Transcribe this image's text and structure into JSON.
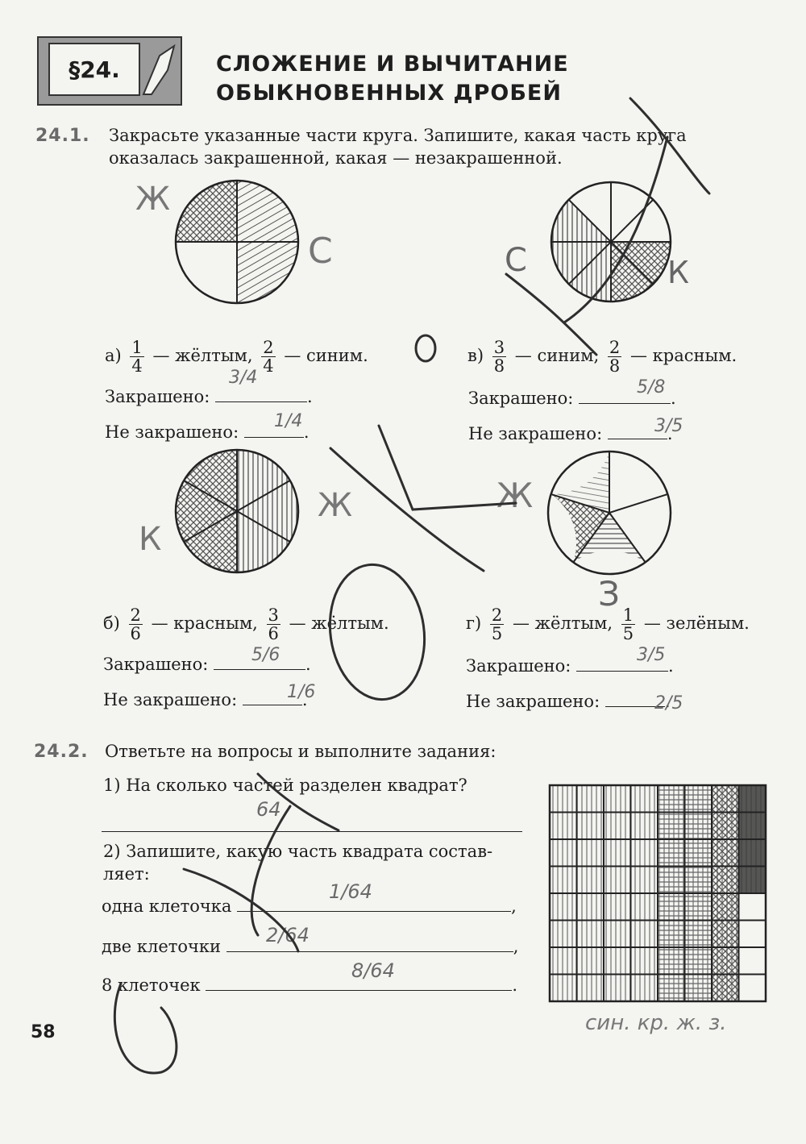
{
  "section": {
    "number": "§24.",
    "title_line1": "СЛОЖЕНИЕ И ВЫЧИТАНИЕ",
    "title_line2": "ОБЫКНОВЕННЫХ ДРОБЕЙ"
  },
  "ex1": {
    "number": "24.1.",
    "instruction_line1": "Закрасьте указанные части круга. Запишите, какая часть круга",
    "instruction_line2": "оказалась закрашенной, какая — незакрашенной.",
    "shaded_label": "Закрашено:",
    "unshaded_label": "Не закрашено:",
    "items": {
      "a": {
        "letter": "а)",
        "f1n": "1",
        "f1d": "4",
        "c1": "— жёлтым,",
        "f2n": "2",
        "f2d": "4",
        "c2": "— синим.",
        "ans_shaded": "3/4",
        "ans_unshaded": "1/4"
      },
      "v": {
        "letter": "в)",
        "f1n": "3",
        "f1d": "8",
        "c1": "— синим,",
        "f2n": "2",
        "f2d": "8",
        "c2": "— красным.",
        "ans_shaded": "5/8",
        "ans_unshaded": "3/5"
      },
      "b": {
        "letter": "б)",
        "f1n": "2",
        "f1d": "6",
        "c1": "— красным,",
        "f2n": "3",
        "f2d": "6",
        "c2": "— жёлтым.",
        "ans_shaded": "5/6",
        "ans_unshaded": "1/6"
      },
      "g": {
        "letter": "г)",
        "f1n": "2",
        "f1d": "5",
        "c1": "— жёлтым,",
        "f2n": "1",
        "f2d": "5",
        "c2": "— зелёным.",
        "ans_shaded": "3/5",
        "ans_unshaded": "2/5"
      }
    }
  },
  "ex2": {
    "number": "24.2.",
    "instruction": "Ответьте на вопросы и выполните задания:",
    "q1": "1) На сколько частей разделен квадрат?",
    "q1_answer": "64",
    "q2_line1": "2) Запишите, какую часть квадрата состав-",
    "q2_line2": "ляет:",
    "rows": [
      {
        "label": "одна клеточка",
        "end": ",",
        "answer": "1/64"
      },
      {
        "label": "две клеточки",
        "end": ",",
        "answer": "2/64"
      },
      {
        "label": "8 клеточек",
        "end": ".",
        "answer": "8/64"
      }
    ],
    "grid_caption": "син. кр. ж. з."
  },
  "handwritten_letters": {
    "circle_a": [
      "Ж",
      "С"
    ],
    "circle_v": [
      "С",
      "К"
    ],
    "circle_b": [
      "К",
      "Ж"
    ],
    "circle_g": [
      "Ж",
      "З"
    ]
  },
  "page_number": "58"
}
